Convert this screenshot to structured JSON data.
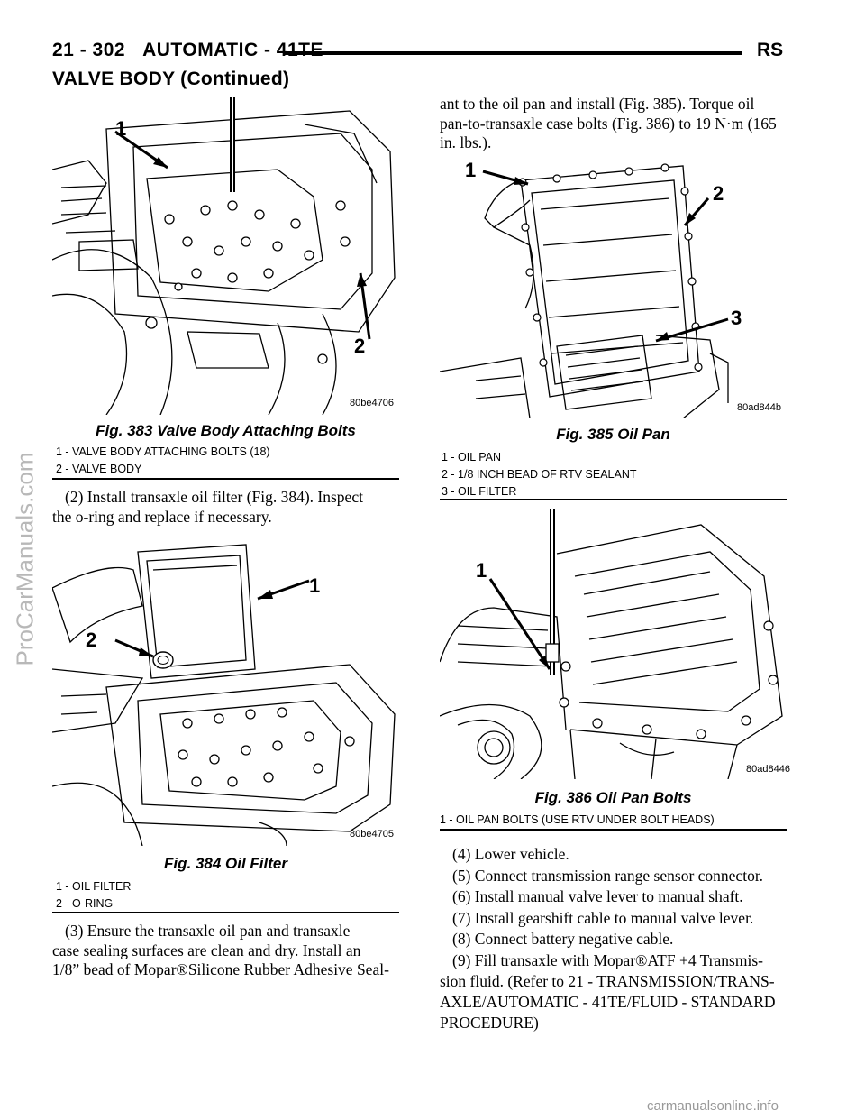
{
  "header": {
    "page_ref": "21 - 302",
    "title": "AUTOMATIC - 41TE",
    "right": "RS"
  },
  "section_title": "VALVE BODY (Continued)",
  "watermark": "ProCarManuals.com",
  "footer": "carmanualsonline.info",
  "figures": {
    "fig383": {
      "code": "80be4706",
      "title": "Fig. 383 Valve Body Attaching Bolts",
      "callouts": [
        "1",
        "2"
      ],
      "legend": [
        "1 - VALVE BODY ATTACHING BOLTS (18)",
        "2 - VALVE BODY"
      ]
    },
    "fig384": {
      "code": "80be4705",
      "title": "Fig. 384 Oil Filter",
      "callouts": [
        "1",
        "2"
      ],
      "legend": [
        "1 - OIL FILTER",
        "2 - O-RING"
      ]
    },
    "fig385": {
      "code": "80ad844b",
      "title": "Fig. 385 Oil Pan",
      "callouts": [
        "1",
        "2",
        "3"
      ],
      "legend": [
        "1 - OIL PAN",
        "2 - 1/8 INCH BEAD OF RTV SEALANT",
        "3 - OIL FILTER"
      ]
    },
    "fig386": {
      "code": "80ad8446",
      "title": "Fig. 386 Oil Pan Bolts",
      "callouts": [
        "1"
      ],
      "legend": [
        "1 - OIL PAN BOLTS (USE RTV UNDER BOLT HEADS)"
      ]
    }
  },
  "text": {
    "step2_l1": "(2) Install transaxle oil filter (Fig. 384). Inspect",
    "step2_l2": "the o-ring and replace if necessary.",
    "step3_l1": "(3) Ensure the transaxle oil pan and transaxle",
    "step3_l2": "case sealing surfaces are clean and dry. Install an",
    "step3_l3": "1/8” bead of Mopar®Silicone Rubber Adhesive Seal-",
    "cont_l1": "ant to the oil pan and install (Fig. 385). Torque oil",
    "cont_l2": "pan-to-transaxle case bolts (Fig. 386) to 19 N·m (165",
    "cont_l3": "in. lbs.).",
    "step4": "(4) Lower vehicle.",
    "step5": "(5) Connect transmission range sensor connector.",
    "step6": "(6) Install manual valve lever to manual shaft.",
    "step7": "(7) Install gearshift cable to manual valve lever.",
    "step8": "(8) Connect battery negative cable.",
    "step9_l1": "(9) Fill transaxle with Mopar®ATF +4 Transmis-",
    "step9_l2": "sion fluid. (Refer to 21 - TRANSMISSION/TRANS-",
    "step9_l3": "AXLE/AUTOMATIC - 41TE/FLUID - STANDARD",
    "step9_l4": "PROCEDURE)"
  }
}
